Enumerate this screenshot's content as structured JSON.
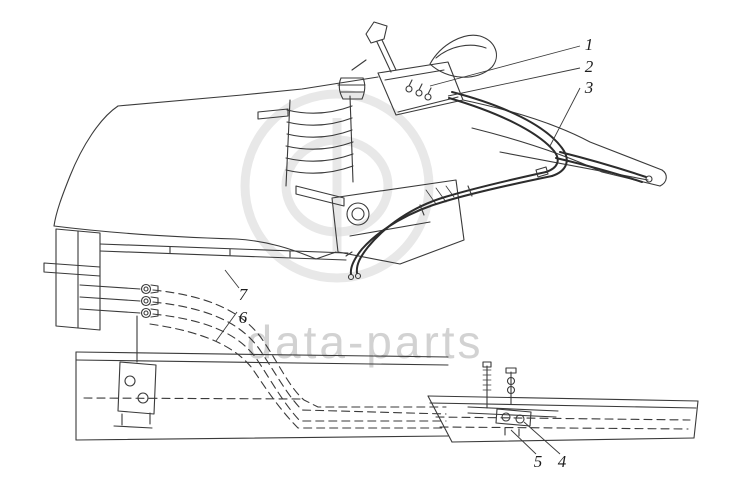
{
  "callouts": {
    "items": [
      "1",
      "2",
      "3",
      "4",
      "5",
      "6",
      "7"
    ]
  },
  "watermark": {
    "brand": "data-parts"
  },
  "colors": {
    "line": "#3a3a3a",
    "watermark_gray": "#c7c7c7",
    "background": "#ffffff"
  }
}
